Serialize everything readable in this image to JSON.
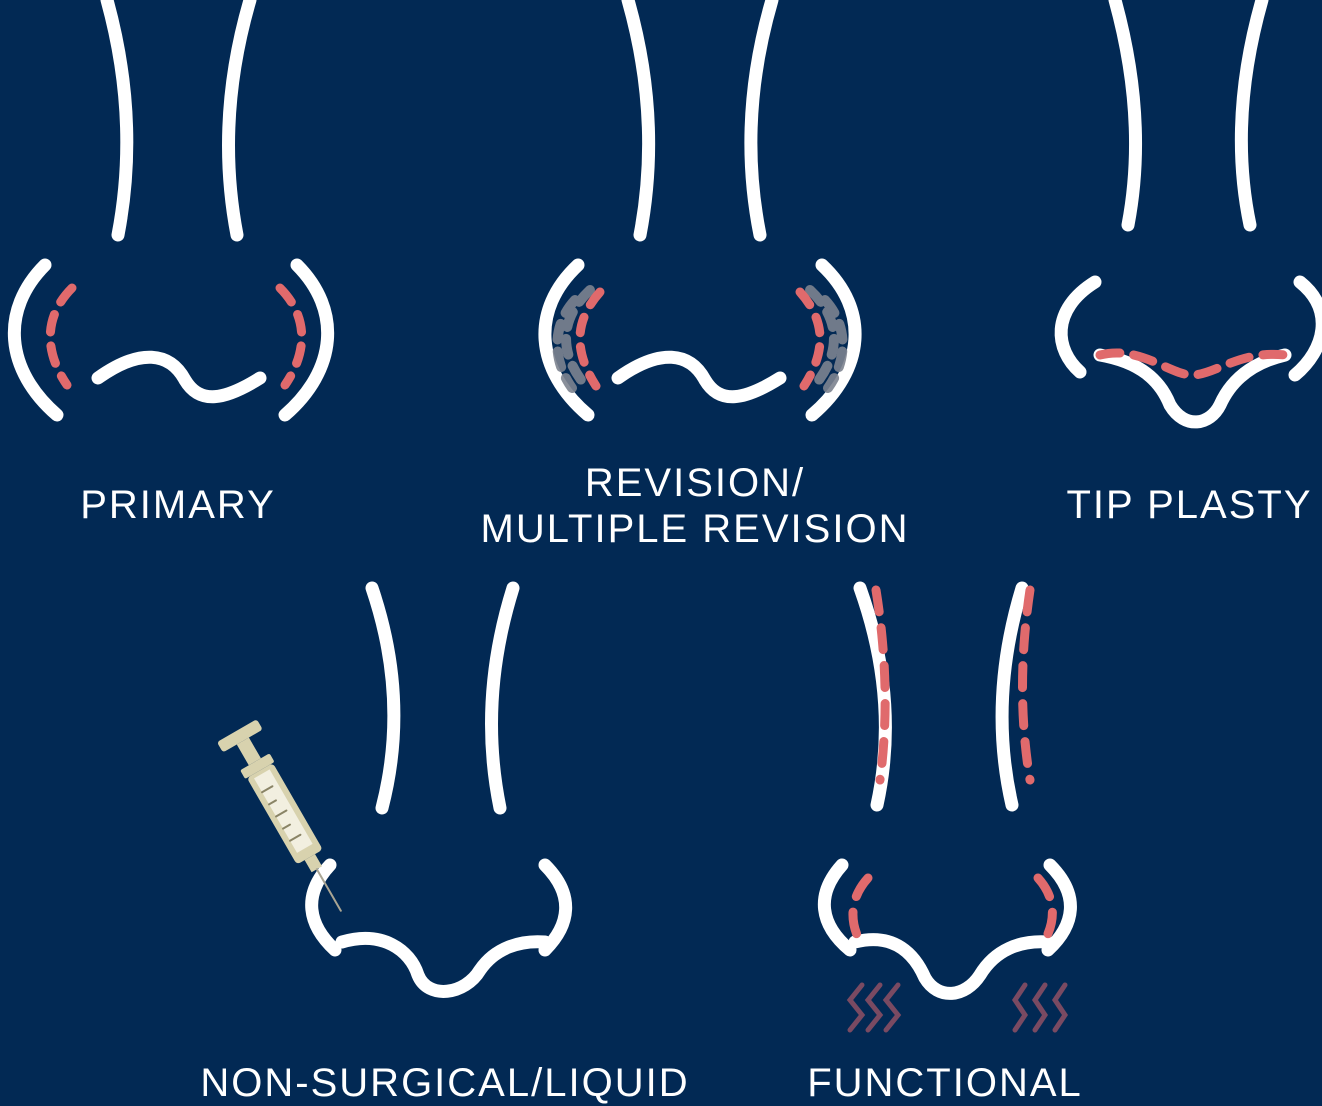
{
  "colors": {
    "background": "#022954",
    "outline": "#ffffff",
    "incision": "#e06a6c",
    "scar_gray": "#7d8390",
    "syringe_body": "#d8d2ae",
    "breath": "#7a4a62"
  },
  "types": [
    {
      "id": "primary",
      "label_lines": [
        "PRIMARY"
      ]
    },
    {
      "id": "revision",
      "label_lines": [
        "REVISION/",
        "MULTIPLE REVISION"
      ]
    },
    {
      "id": "tip",
      "label_lines": [
        "TIP PLASTY"
      ]
    },
    {
      "id": "nonsurgical",
      "label_lines": [
        "NON-SURGICAL/LIQUID"
      ]
    },
    {
      "id": "functional",
      "label_lines": [
        "FUNCTIONAL"
      ]
    }
  ]
}
